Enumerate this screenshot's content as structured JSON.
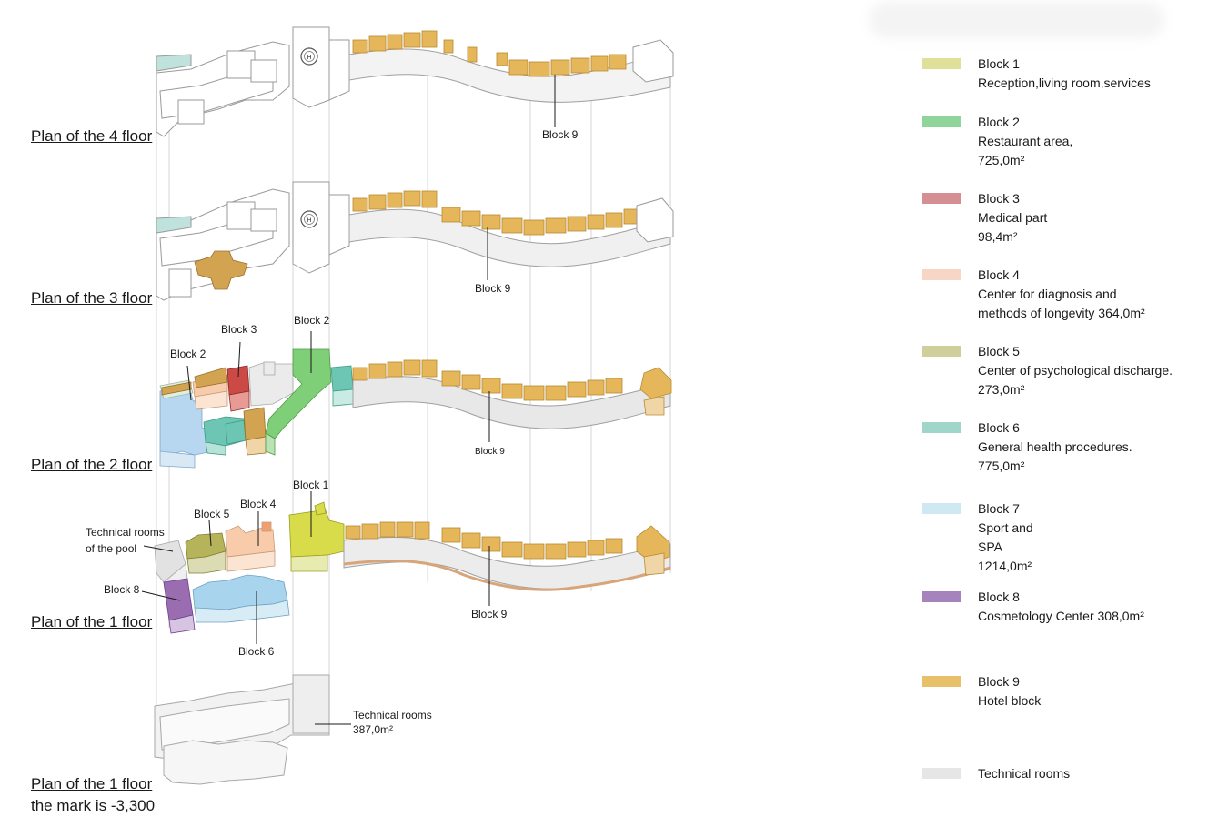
{
  "floors": {
    "f4": "Plan of the 4 floor",
    "f3": "Plan of the 3 floor",
    "f2": "Plan of the 2 floor",
    "f1": "Plan of the 1 floor",
    "fb_line1": "Plan of the 1 floor",
    "fb_line2": "the mark is  -3,300"
  },
  "callouts": {
    "f4_block9": "Block 9",
    "f3_block9": "Block 9",
    "f2_block2_left": "Block 2",
    "f2_block3": "Block 3",
    "f2_block2_center": "Block 2",
    "f2_block9": "Block 9",
    "f1_block1": "Block 1",
    "f1_block4": "Block 4",
    "f1_block5": "Block 5",
    "f1_pool_line1": "Technical rooms",
    "f1_pool_line2": "of the pool",
    "f1_block8": "Block 8",
    "f1_block6": "Block 6",
    "f1_block9": "Block 9",
    "tech_line1": "Technical rooms",
    "tech_line2": "387,0m²"
  },
  "marker_letter": "H",
  "legend": [
    {
      "color": "#dfe19a",
      "lines": [
        "Block 1",
        " Reception,living room,services"
      ]
    },
    {
      "color": "#8fd49a",
      "lines": [
        "Block 2",
        "Restaurant area,",
        "725,0m²"
      ]
    },
    {
      "color": "#d58f92",
      "lines": [
        "Block 3",
        "Medical part",
        "98,4m²"
      ]
    },
    {
      "color": "#f8d6c6",
      "lines": [
        "Block 4",
        " Center for diagnosis and",
        "methods of longevity  364,0m²"
      ]
    },
    {
      "color": "#cfcf9c",
      "lines": [
        "Block 5",
        " Center  of psychological discharge.",
        "273,0m²"
      ]
    },
    {
      "color": "#9fd6c9",
      "lines": [
        "Block 6",
        "General health procedures.",
        "775,0m²"
      ]
    },
    {
      "color": "#cfe8f1",
      "lines": [
        "Block 7",
        " Sport and",
        "SPA",
        "1214,0m²"
      ]
    },
    {
      "color": "#a783bd",
      "lines": [
        "Block 8",
        "Cosmetology Center 308,0m²"
      ]
    },
    {
      "color": "#e8c06a",
      "lines": [
        "Block 9",
        "Hotel block"
      ]
    },
    {
      "color": "#e6e6e6",
      "lines": [
        "Technical rooms"
      ]
    }
  ],
  "colors": {
    "block1": "#d8dc4a",
    "block2": "#7fcf78",
    "block3": "#cc4a45",
    "block4": "#f8ccaa",
    "block5": "#b6b45a",
    "block6": "#6cc6b3",
    "block7": "#a8d4ee",
    "block8": "#9a6cb0",
    "block9": "#e6b65a",
    "tech": "#e8e8e8",
    "outline": "#9a9a9a"
  }
}
